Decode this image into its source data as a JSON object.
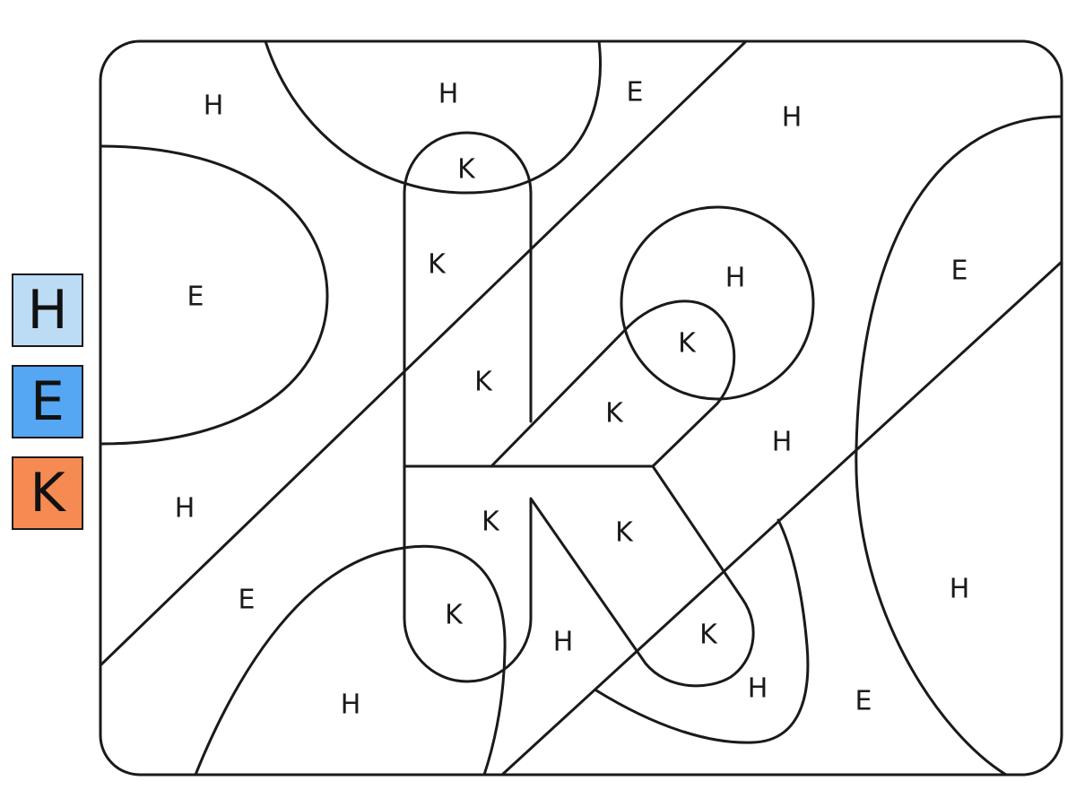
{
  "legend": [
    {
      "letter": "H",
      "color": "#bcdcf6"
    },
    {
      "letter": "E",
      "color": "#55a6f3"
    },
    {
      "letter": "K",
      "color": "#f58b52"
    }
  ],
  "regions": [
    {
      "letter": "H"
    },
    {
      "letter": "H"
    },
    {
      "letter": "E"
    },
    {
      "letter": "H"
    },
    {
      "letter": "K"
    },
    {
      "letter": "E"
    },
    {
      "letter": "K"
    },
    {
      "letter": "H"
    },
    {
      "letter": "E"
    },
    {
      "letter": "K"
    },
    {
      "letter": "K"
    },
    {
      "letter": "K"
    },
    {
      "letter": "H"
    },
    {
      "letter": "H"
    },
    {
      "letter": "K"
    },
    {
      "letter": "K"
    },
    {
      "letter": "E"
    },
    {
      "letter": "H"
    },
    {
      "letter": "K"
    },
    {
      "letter": "H"
    },
    {
      "letter": "K"
    },
    {
      "letter": "H"
    },
    {
      "letter": "H"
    },
    {
      "letter": "E"
    }
  ]
}
